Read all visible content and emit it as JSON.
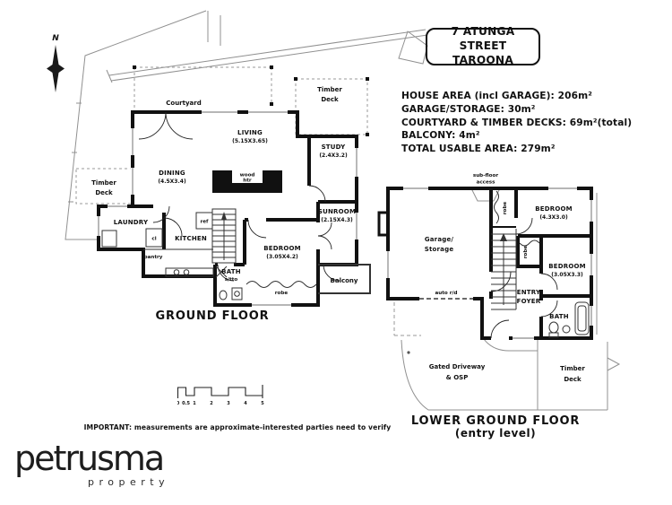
{
  "title_box": {
    "line1": "7 ATUNGA STREET",
    "line2": "TAROONA"
  },
  "area_summary": [
    "HOUSE AREA (incl GARAGE): 206m²",
    "GARAGE/STORAGE: 30m²",
    "COURTYARD & TIMBER DECKS: 69m²(total)",
    "BALCONY: 4m²",
    "TOTAL USABLE AREA: 279m²"
  ],
  "compass": {
    "north": "N"
  },
  "ground_floor": {
    "title": "GROUND FLOOR",
    "courtyard": "Courtyard",
    "timber_deck_top": {
      "line1": "Timber",
      "line2": "Deck"
    },
    "timber_deck_left": {
      "line1": "Timber",
      "line2": "Deck"
    },
    "living": {
      "name": "LIVING",
      "dims": "(5.15X3.65)"
    },
    "dining": {
      "name": "DINING",
      "dims": "(4.5X3.4)"
    },
    "study": {
      "name": "STUDY",
      "dims": "(2.4X3.2)"
    },
    "sunroom": {
      "name": "SUNROOM",
      "dims": "(2.15X4.3)"
    },
    "bedroom": {
      "name": "BEDROOM",
      "dims": "(3.05X4.2)"
    },
    "kitchen": "KITCHEN",
    "laundry": "LAUNDRY",
    "pantry": "pantry",
    "bath": {
      "name": "BATH",
      "sub": "s/tto"
    },
    "wood_heater": {
      "line1": "wood",
      "line2": "htr"
    },
    "ref": "ref",
    "cl": "cl",
    "robe": "robe",
    "balcony": "Balcony"
  },
  "lower_ground_floor": {
    "title": "LOWER GROUND FLOOR",
    "subtitle": "(entry level)",
    "subfloor_access": {
      "line1": "sub-floor",
      "line2": "access"
    },
    "garage": {
      "line1": "Garage/",
      "line2": "Storage"
    },
    "entry_foyer": {
      "line1": "ENTRY",
      "line2": "FOYER"
    },
    "bedroom_1": {
      "name": "BEDROOM",
      "dims": "(4.3X3.0)"
    },
    "bedroom_2": {
      "name": "BEDROOM",
      "dims": "(3.05X3.3)"
    },
    "bath": "BATH",
    "robe_hall": "robe",
    "robe_bedroom": "robe",
    "auto_door": "auto r/d",
    "driveway": {
      "line1": "Gated Driveway",
      "line2": "& OSP"
    },
    "timber_deck": {
      "line1": "Timber",
      "line2": "Deck"
    }
  },
  "scale_bar": {
    "ticks": [
      "0",
      "0.5",
      "1",
      "2",
      "3",
      "4",
      "5"
    ]
  },
  "disclaimer": "IMPORTANT: measurements are approximate-interested parties need to verify",
  "logo": {
    "brand": "petrusma",
    "tagline": "property"
  },
  "colors": {
    "ink": "#111111",
    "thin_line": "#909090",
    "background": "#ffffff"
  }
}
